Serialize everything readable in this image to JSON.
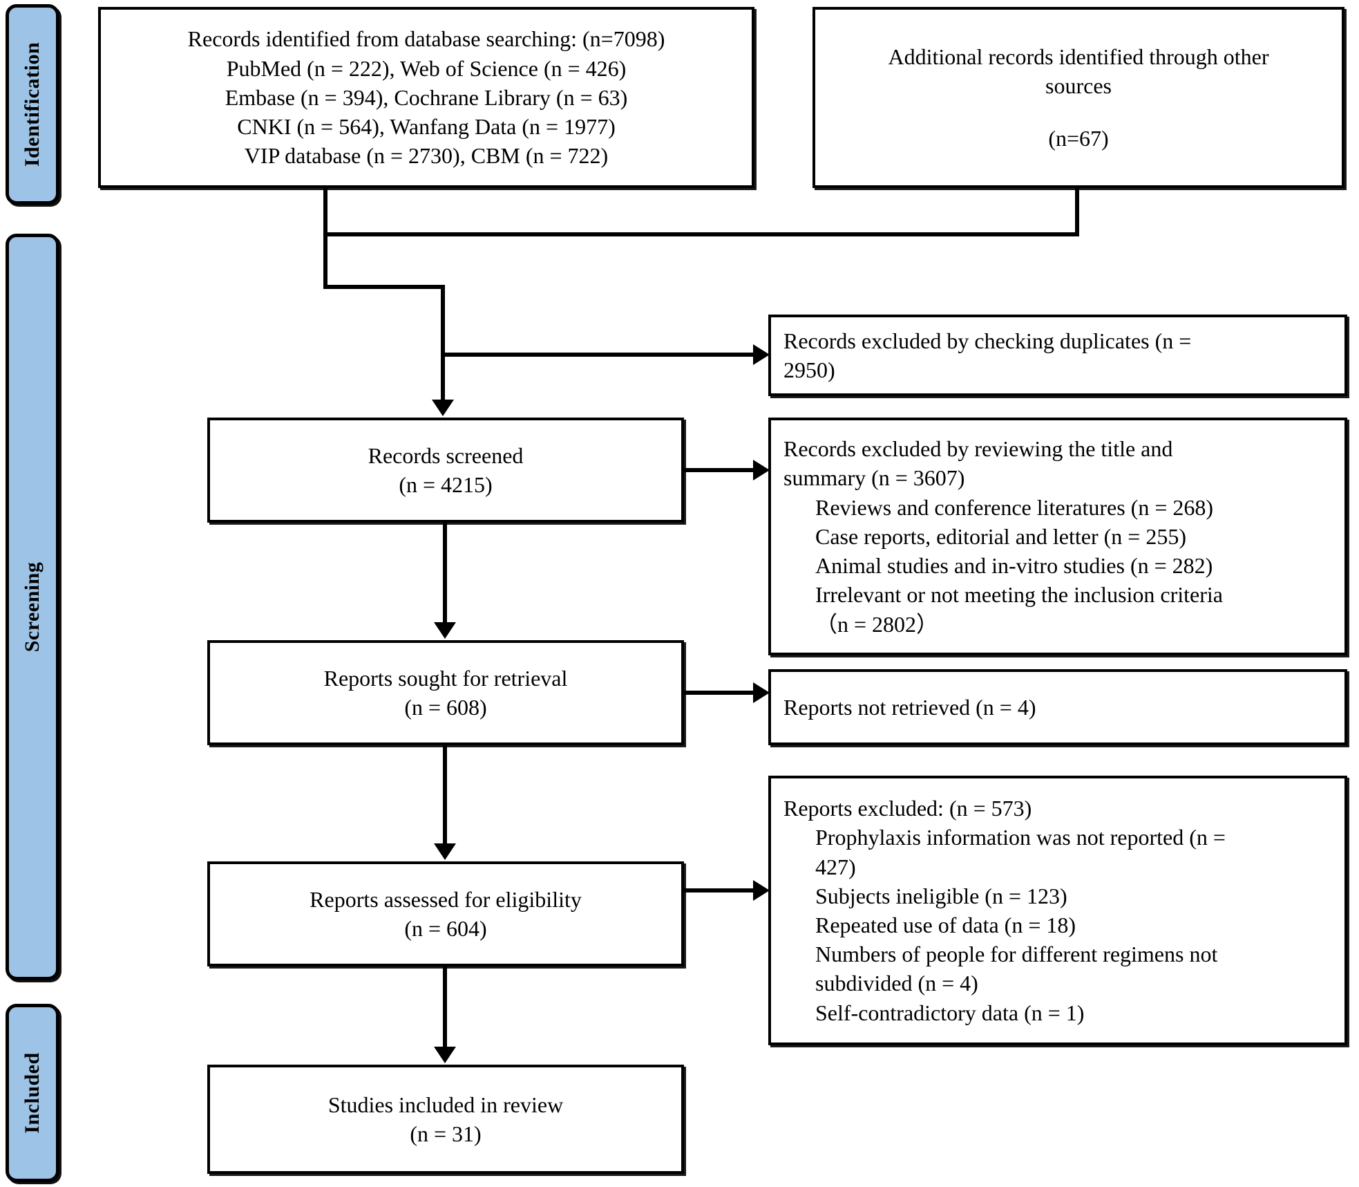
{
  "diagram": {
    "type": "prisma-flow-diagram",
    "stages": [
      {
        "id": "identification",
        "label": "Identification"
      },
      {
        "id": "screening",
        "label": "Screening"
      },
      {
        "id": "included",
        "label": "Included"
      }
    ],
    "boxes": {
      "database_search": {
        "lines": [
          "Records identified from database searching: (n=7098)",
          "PubMed (n = 222), Web of Science (n = 426)",
          "Embase (n = 394), Cochrane Library (n = 63)",
          "CNKI (n = 564), Wanfang Data (n = 1977)",
          "VIP database (n = 2730), CBM (n = 722)"
        ]
      },
      "additional_records": {
        "line1": "Additional records identified through other",
        "line2": "sources",
        "line3": "(n=67)"
      },
      "duplicates_excluded": {
        "line1": "Records excluded by checking duplicates (n =",
        "line2": "2950)"
      },
      "records_screened": {
        "line1": "Records screened",
        "line2": "(n = 4215)"
      },
      "title_summary_excluded": {
        "line1": "Records excluded by reviewing the title and",
        "line2": "summary (n = 3607)",
        "line3": "Reviews and conference literatures (n = 268)",
        "line4": "Case reports, editorial and letter (n = 255)",
        "line5": "Animal studies and in-vitro studies (n = 282)",
        "line6": "Irrelevant or not meeting the inclusion criteria",
        "line7": "（n = 2802）"
      },
      "reports_sought": {
        "line1": "Reports sought for retrieval",
        "line2": "(n = 608)"
      },
      "reports_not_retrieved": {
        "line1": "Reports not retrieved (n = 4)"
      },
      "reports_assessed": {
        "line1": "Reports assessed for eligibility",
        "line2": "(n = 604)"
      },
      "reports_excluded": {
        "line1": "Reports excluded: (n = 573)",
        "line2": "Prophylaxis information was not reported (n =",
        "line3": "427)",
        "line4": "Subjects ineligible (n = 123)",
        "line5": "Repeated use of data (n = 18)",
        "line6": "Numbers of people for different regimens not",
        "line7": "subdivided (n = 4)",
        "line8": "Self-contradictory data (n = 1)"
      },
      "studies_included": {
        "line1": "Studies included in review",
        "line2": "(n = 31)"
      }
    },
    "colors": {
      "stage_fill": "#9dc3e6",
      "stroke": "#000000",
      "box_fill": "#ffffff"
    }
  }
}
